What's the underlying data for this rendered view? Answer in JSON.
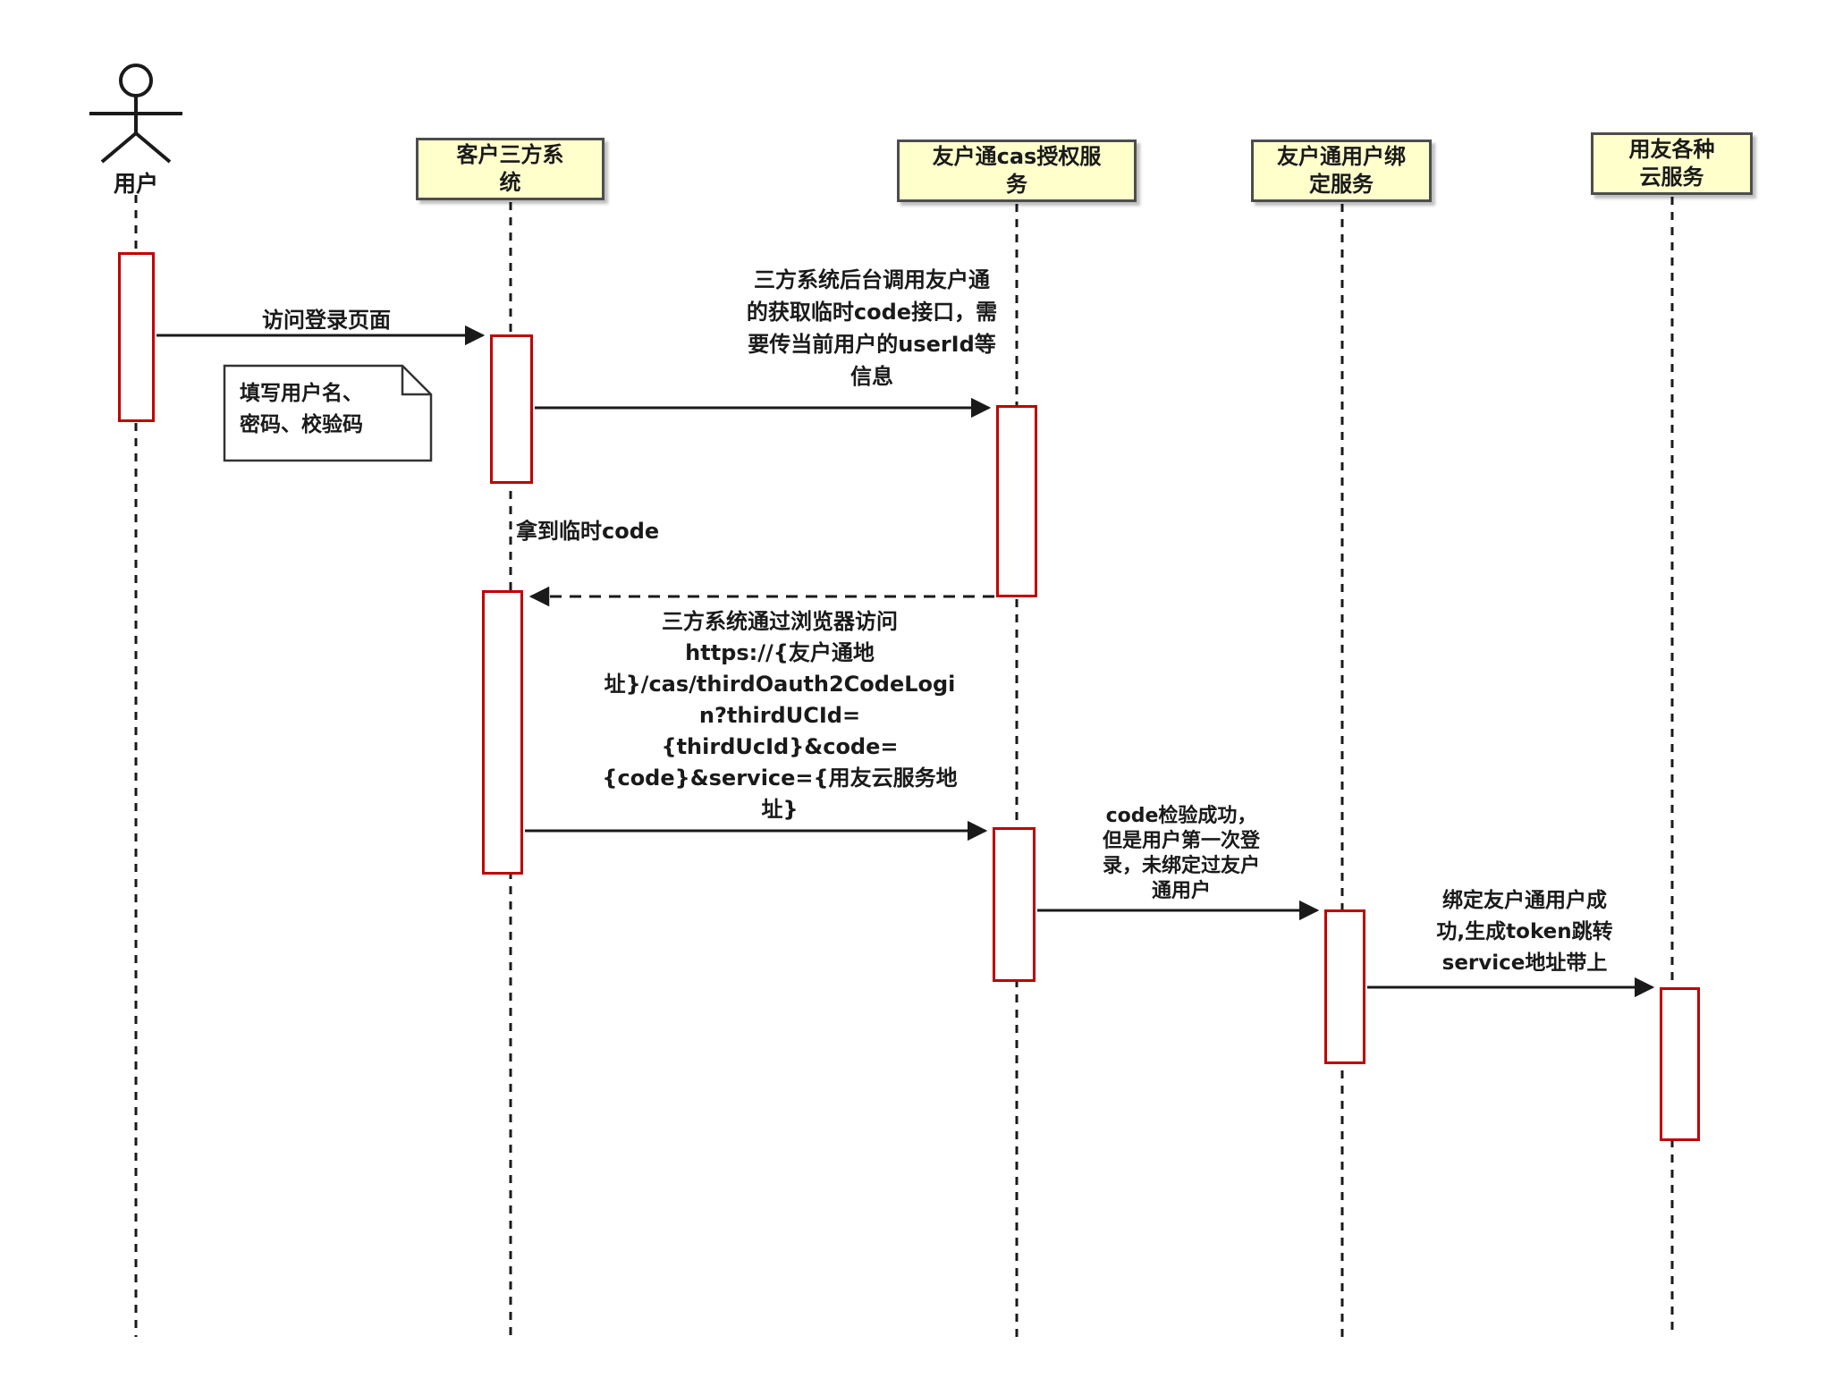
{
  "diagram": {
    "type": "uml-sequence-diagram",
    "participants": [
      {
        "id": "user",
        "kind": "actor",
        "label": "用户"
      },
      {
        "id": "third-party-system",
        "kind": "participant",
        "label": "客户三方系\n统"
      },
      {
        "id": "cas-auth-service",
        "kind": "participant",
        "label": "友户通cas授权服\n务"
      },
      {
        "id": "user-binding-service",
        "kind": "participant",
        "label": "友户通用户绑\n定服务"
      },
      {
        "id": "cloud-services",
        "kind": "participant",
        "label": "用友各种\n云服务"
      }
    ],
    "messages": [
      {
        "from": "user",
        "to": "third-party-system",
        "type": "solid",
        "label": "访问登录页面"
      },
      {
        "from": "third-party-system",
        "to": "cas-auth-service",
        "type": "solid",
        "label": "三方系统后台调用友户通\n的获取临时code接口，需\n要传当前用户的userId等\n信息"
      },
      {
        "from": "cas-auth-service",
        "to": "third-party-system",
        "type": "dashed-return",
        "label": "拿到临时code"
      },
      {
        "from": "third-party-system",
        "to": "cas-auth-service",
        "type": "solid",
        "label": "三方系统通过浏览器访问\nhttps://{友户通地\n址}/cas/thirdOauth2CodeLogi\nn?thirdUCId=\n{thirdUcId}&code=\n{code}&service={用友云服务地\n址}"
      },
      {
        "from": "cas-auth-service",
        "to": "user-binding-service",
        "type": "solid",
        "label": "code检验成功，\n但是用户第一次登\n录，未绑定过友户\n通用户"
      },
      {
        "from": "user-binding-service",
        "to": "cloud-services",
        "type": "solid",
        "label": "绑定友户通用户成\n功,生成token跳转\nservice地址带上"
      }
    ],
    "note": {
      "label": "填写用户名、\n密码、校验码"
    },
    "colors": {
      "participant_fill": "#ffffcc",
      "participant_border": "#4d4d4d",
      "activation_border": "#c00000",
      "line": "#1a1a1a",
      "background": "#ffffff"
    }
  }
}
